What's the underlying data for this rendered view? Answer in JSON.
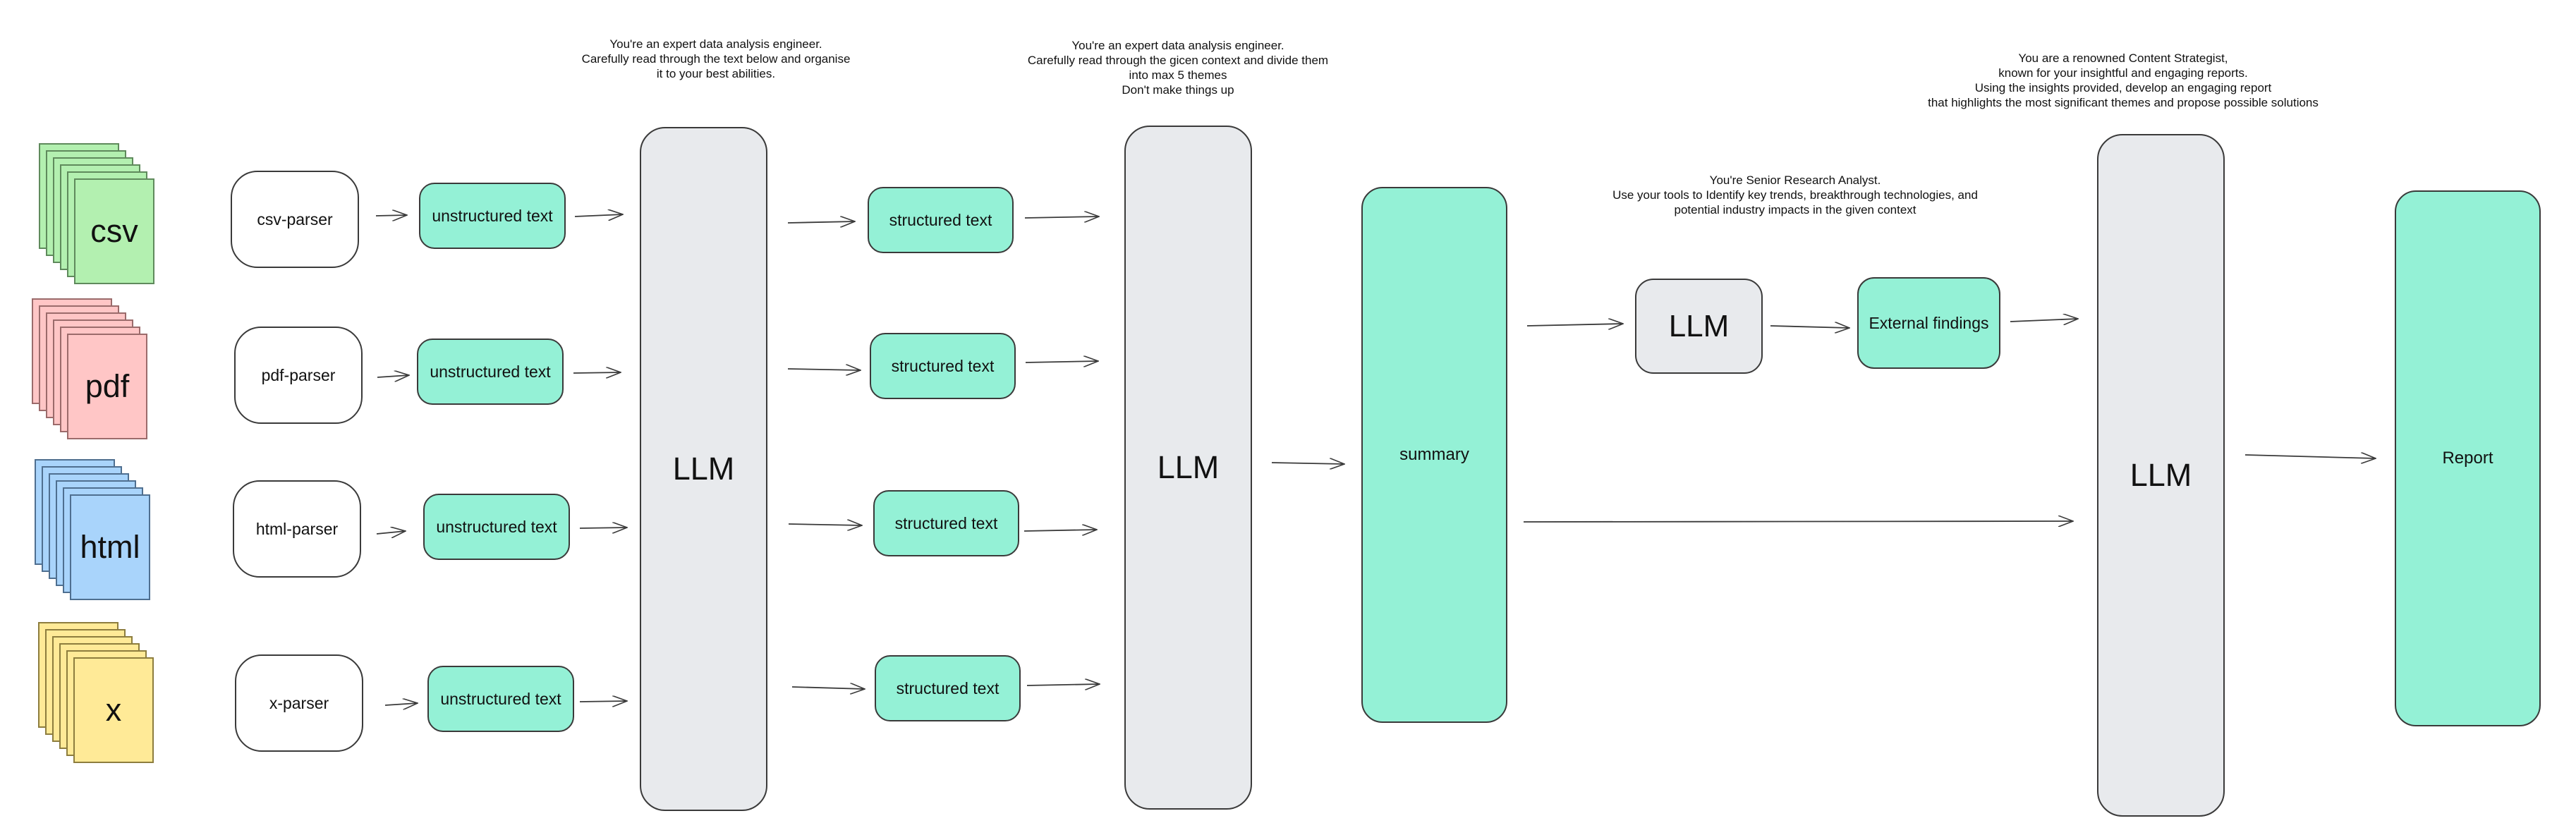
{
  "file_stacks": [
    {
      "label": "csv",
      "fill": "#b3f0b0",
      "stroke": "#5f8a5c"
    },
    {
      "label": "pdf",
      "fill": "#ffc6c6",
      "stroke": "#9b6b6b"
    },
    {
      "label": "html",
      "fill": "#a9d4fb",
      "stroke": "#4f6f90"
    },
    {
      "label": "x",
      "fill": "#ffea97",
      "stroke": "#8d7d3e"
    }
  ],
  "parsers": [
    "csv-parser",
    "pdf-parser",
    "html-parser",
    "x-parser"
  ],
  "unstructured": [
    "unstructured text",
    "unstructured text",
    "unstructured text",
    "unstructured text"
  ],
  "structured": [
    "structured text",
    "structured text",
    "structured text",
    "structured text"
  ],
  "llm_label": "LLM",
  "summary_label": "summary",
  "external_findings_label": "External findings",
  "report_label": "Report",
  "prompts": {
    "organise": "You're an expert data analysis engineer.\nCarefully read through the text below and organise\nit to your best abilities.",
    "themes": "You're an expert data analysis engineer.\nCarefully read through the gicen context and divide them\ninto max 5 themes\nDon't make things up",
    "research": "You're Senior Research Analyst.\nUse your tools to Identify key trends, breakthrough technologies, and\npotential industry impacts in the given context",
    "content": "You are a renowned Content Strategist,\nknown for your insightful and engaging reports.\nUsing the insights provided, develop an engaging report\nthat highlights the most significant themes and propose possible solutions"
  },
  "colors": {
    "mint": "#94f1d6",
    "llm_grey": "#e8eaed",
    "stroke": "#3a3a3a"
  }
}
